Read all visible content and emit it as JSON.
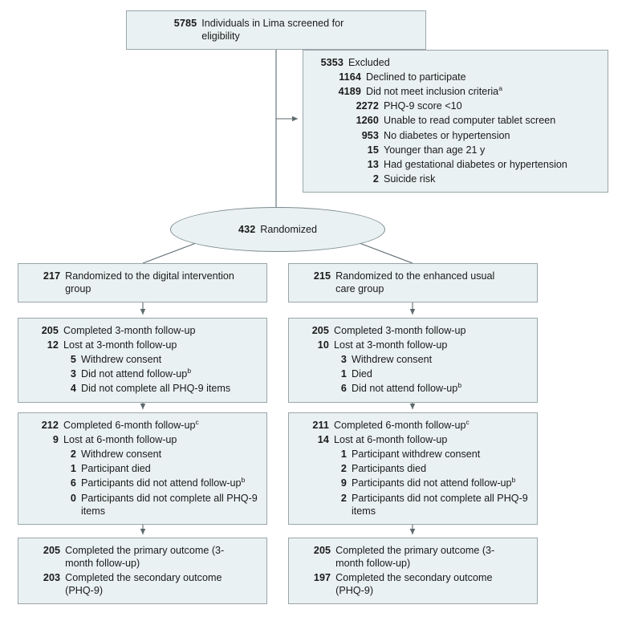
{
  "figure": {
    "type": "consort-flow-diagram",
    "colors": {
      "box_fill": "#eaf1f2",
      "box_border": "#9aa6a9",
      "line": "#5e6a6e",
      "text": "#1a1a1a"
    }
  },
  "screened": {
    "count": "5785",
    "label": "Individuals in Lima screened for eligibility"
  },
  "excluded": {
    "count": "5353",
    "label": "Excluded",
    "reasons": [
      {
        "count": "1164",
        "label": "Declined to participate",
        "sup": ""
      },
      {
        "count": "4189",
        "label": "Did not meet inclusion criteria",
        "sup": "a"
      }
    ],
    "subreasons": [
      {
        "count": "2272",
        "label": "PHQ-9 score <10",
        "sup": ""
      },
      {
        "count": "1260",
        "label": "Unable to read computer tablet screen",
        "sup": ""
      },
      {
        "count": "953",
        "label": "No diabetes or hypertension",
        "sup": ""
      },
      {
        "count": "15",
        "label": "Younger than age 21 y",
        "sup": ""
      },
      {
        "count": "13",
        "label": "Had gestational diabetes or hypertension",
        "sup": ""
      },
      {
        "count": "2",
        "label": "Suicide risk",
        "sup": ""
      }
    ]
  },
  "randomized": {
    "count": "432",
    "label": "Randomized"
  },
  "allocation": {
    "left": {
      "count": "217",
      "label": "Randomized to the digital intervention group"
    },
    "right": {
      "count": "215",
      "label": "Randomized to the enhanced usual care group"
    }
  },
  "followup_3month": {
    "left": {
      "completed": {
        "count": "205",
        "label": "Completed 3-month follow-up",
        "sup": ""
      },
      "lost": {
        "count": "12",
        "label": "Lost at 3-month follow-up",
        "sup": ""
      },
      "reasons": [
        {
          "count": "5",
          "label": "Withdrew consent",
          "sup": ""
        },
        {
          "count": "3",
          "label": "Did not attend follow-up",
          "sup": "b"
        },
        {
          "count": "4",
          "label": "Did not complete all PHQ-9 items",
          "sup": ""
        }
      ]
    },
    "right": {
      "completed": {
        "count": "205",
        "label": "Completed 3-month follow-up",
        "sup": ""
      },
      "lost": {
        "count": "10",
        "label": "Lost at 3-month follow-up",
        "sup": ""
      },
      "reasons": [
        {
          "count": "3",
          "label": "Withdrew consent",
          "sup": ""
        },
        {
          "count": "1",
          "label": "Died",
          "sup": ""
        },
        {
          "count": "6",
          "label": "Did not attend follow-up",
          "sup": "b"
        }
      ]
    }
  },
  "followup_6month": {
    "left": {
      "completed": {
        "count": "212",
        "label": "Completed 6-month follow-up",
        "sup": "c"
      },
      "lost": {
        "count": "9",
        "label": "Lost at 6-month follow-up",
        "sup": ""
      },
      "reasons": [
        {
          "count": "2",
          "label": "Withdrew consent",
          "sup": ""
        },
        {
          "count": "1",
          "label": "Participant died",
          "sup": ""
        },
        {
          "count": "6",
          "label": "Participants did not attend follow-up",
          "sup": "b"
        },
        {
          "count": "0",
          "label": "Participants did not complete all PHQ-9 items",
          "sup": ""
        }
      ]
    },
    "right": {
      "completed": {
        "count": "211",
        "label": "Completed 6-month follow-up",
        "sup": "c"
      },
      "lost": {
        "count": "14",
        "label": "Lost at 6-month follow-up",
        "sup": ""
      },
      "reasons": [
        {
          "count": "1",
          "label": "Participant withdrew consent",
          "sup": ""
        },
        {
          "count": "2",
          "label": "Participants died",
          "sup": ""
        },
        {
          "count": "9",
          "label": "Participants did not attend follow-up",
          "sup": "b"
        },
        {
          "count": "2",
          "label": "Participants did not complete all PHQ-9 items",
          "sup": ""
        }
      ]
    }
  },
  "outcomes": {
    "left": {
      "primary": {
        "count": "205",
        "label": "Completed the primary outcome (3-month follow-up)"
      },
      "secondary": {
        "count": "203",
        "label": "Completed the secondary outcome (PHQ-9)"
      }
    },
    "right": {
      "primary": {
        "count": "205",
        "label": "Completed the primary outcome (3-month follow-up)"
      },
      "secondary": {
        "count": "197",
        "label": "Completed the secondary outcome (PHQ-9)"
      }
    }
  }
}
